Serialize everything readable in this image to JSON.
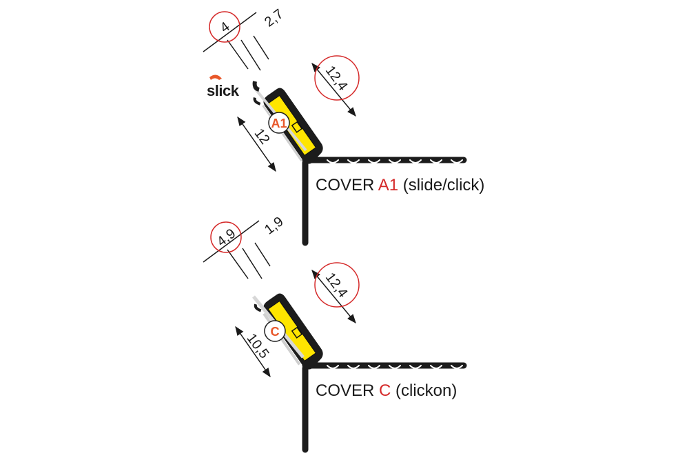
{
  "logo": {
    "text": "slick",
    "accent_color": "#e8572a"
  },
  "colors": {
    "profile": "#1c1c1c",
    "led_strip": "#ffe500",
    "dimension_circle": "#d52a2a",
    "label_accent": "#d52a2a"
  },
  "profiles": [
    {
      "dims": {
        "top_a": "4",
        "top_b": "2,7",
        "height": "12,4",
        "strip": "12"
      },
      "badge": "A1",
      "caption": {
        "prefix": "COVER ",
        "code": "A1",
        "suffix": " (slide/click)"
      }
    },
    {
      "dims": {
        "top_a": "4,9",
        "top_b": "1,9",
        "height": "12,4",
        "strip": "10,5"
      },
      "badge": "C",
      "caption": {
        "prefix": "COVER ",
        "code": "C",
        "suffix": " (clickon)"
      }
    }
  ]
}
